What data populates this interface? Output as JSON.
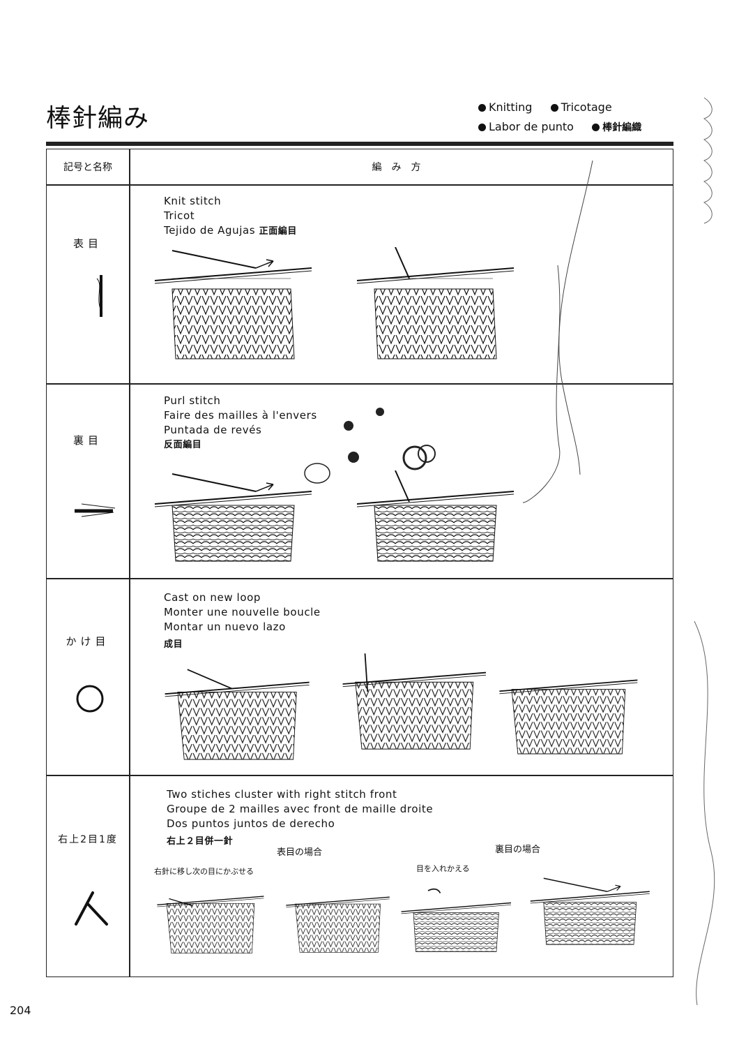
{
  "page": {
    "title": "棒針編み",
    "languages": [
      "Knitting",
      "Tricotage",
      "Labor de punto",
      "棒針編織"
    ],
    "page_number": "204"
  },
  "table": {
    "header_left": "記号と名称",
    "header_right": "編み方",
    "rows": [
      {
        "name": "表目",
        "symbol": "vertical-bar-icon",
        "lines": [
          "Knit stitch",
          "Tricot",
          "Tejido de Agujas"
        ],
        "jp_label": "正面編目"
      },
      {
        "name": "裏目",
        "symbol": "horizontal-bar-icon",
        "lines": [
          "Purl stitch",
          "Faire des mailles à l'envers",
          "Puntada de revés"
        ],
        "jp_label": "反面編目"
      },
      {
        "name": "かけ目",
        "symbol": "circle-icon",
        "lines": [
          "Cast on new loop",
          "Monter une nouvelle boucle",
          "Montar un nuevo lazo"
        ],
        "jp_label": "成目"
      },
      {
        "name": "右上2目1度",
        "symbol": "right-over-decrease-icon",
        "lines": [
          "Two stiches cluster with right stitch front",
          "Groupe de 2 mailles avec front de maille droite",
          "Dos puntos juntos de  derecho"
        ],
        "jp_label": "右上２目併一針",
        "sub_labels": {
          "knit_case": "表目の場合",
          "purl_case": "裏目の場合",
          "note_left": "右針に移し次の目にかぶせる",
          "note_right": "目を入れかえる"
        }
      }
    ]
  }
}
